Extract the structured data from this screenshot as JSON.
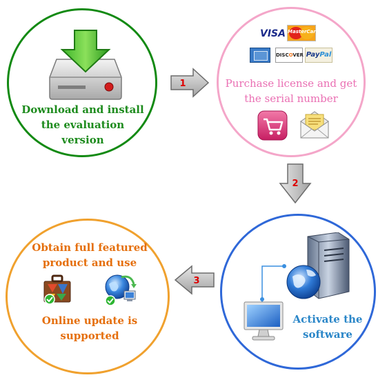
{
  "steps": [
    {
      "label": "Download and install the evaluation version",
      "color": "#138a13"
    },
    {
      "label": "Purchase license and get the serial number",
      "color": "#f4a6c9"
    },
    {
      "label": "Activate the software",
      "color": "#2f68d8"
    },
    {
      "label_top": "Obtain full featured product and use",
      "label_bottom": "Online update is supported",
      "color": "#f0a12e"
    }
  ],
  "arrows": {
    "one": "1",
    "two": "2",
    "three": "3"
  },
  "payment_logos": {
    "visa": "VISA",
    "mastercard": "MasterCard",
    "discover_left": "DISC",
    "discover_o": "O",
    "discover_right": "VER",
    "paypal_left": "Pay",
    "paypal_right": "Pal"
  },
  "icons": [
    "download-drive-icon",
    "shopping-cart-icon",
    "email-envelope-icon",
    "computer-monitor-icon",
    "server-globe-icon",
    "toolbox-icon",
    "globe-network-update-icon"
  ]
}
